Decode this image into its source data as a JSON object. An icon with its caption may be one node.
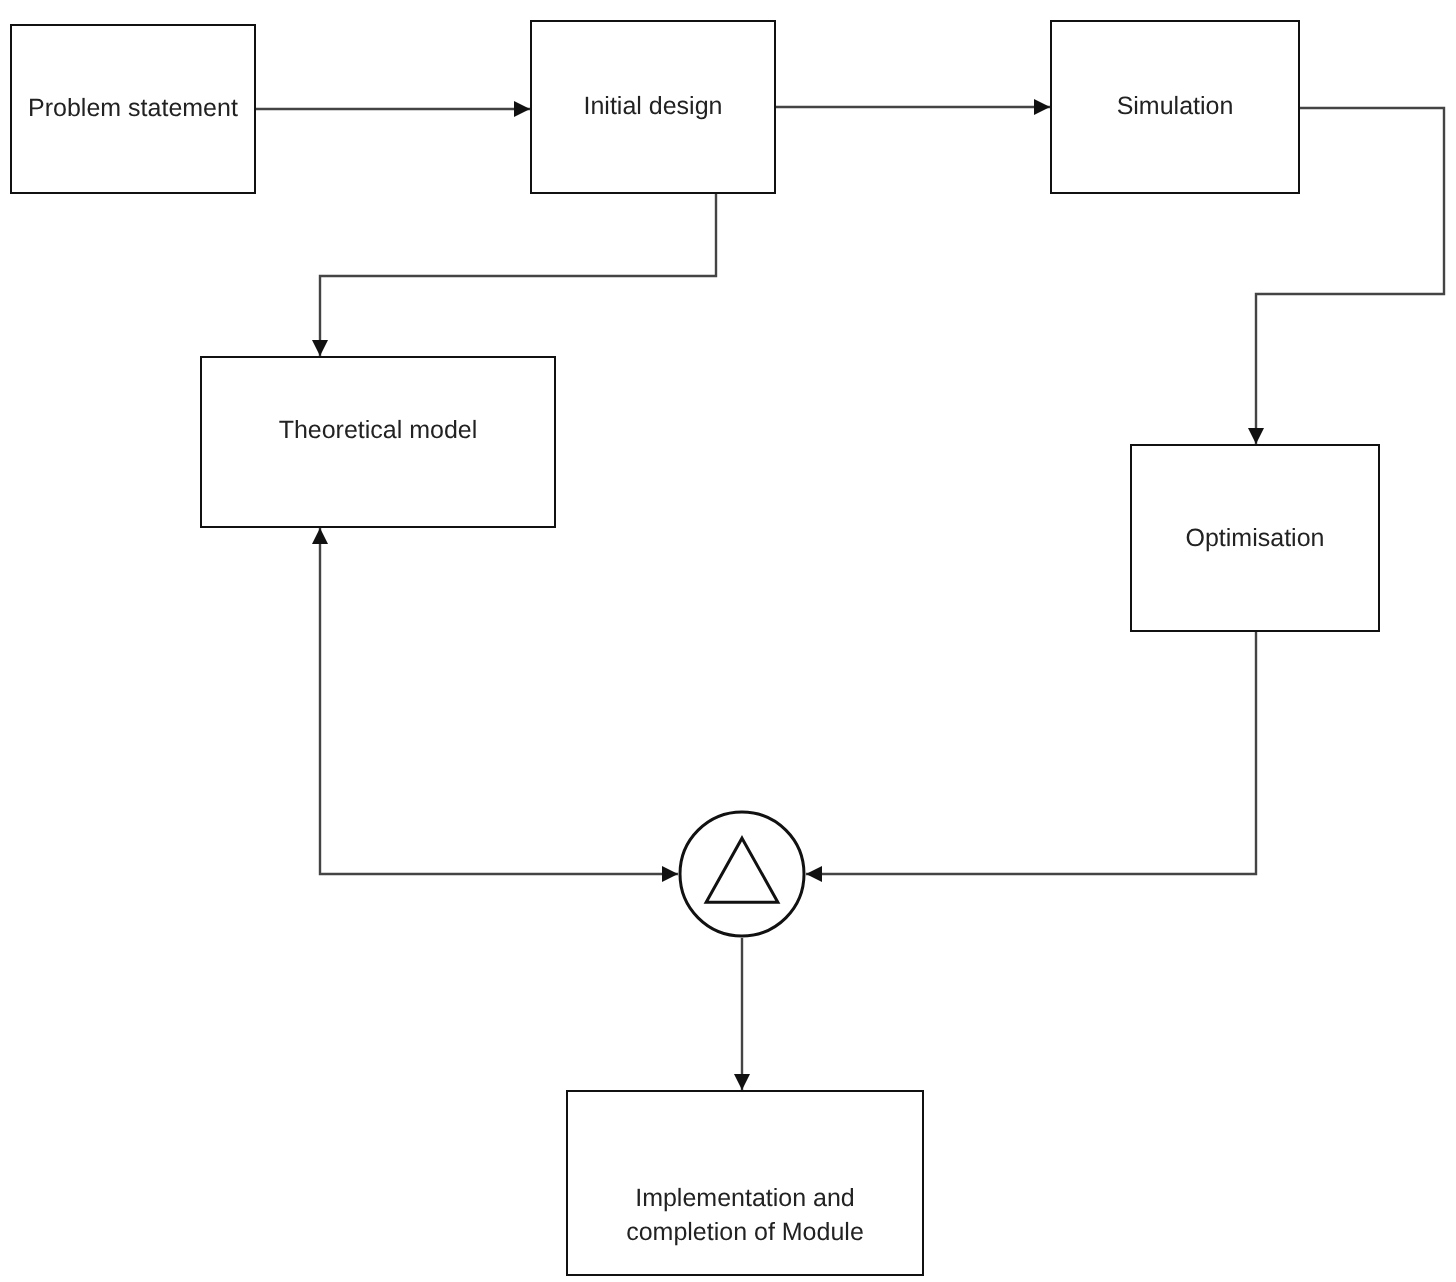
{
  "diagram": {
    "nodes": [
      {
        "text": [
          "Problem statement"
        ]
      },
      {
        "text": [
          "Initial design"
        ]
      },
      {
        "text": [
          "Simulation"
        ]
      },
      {
        "text": [
          "Theoretical model"
        ]
      },
      {
        "text": [
          "Optimisation"
        ]
      },
      {
        "text": [],
        "shape": "circle"
      },
      {
        "text": [
          "Implementation and completion of Module"
        ]
      }
    ],
    "edges": [
      {
        "from": 0,
        "to": 1,
        "arrow": "to"
      },
      {
        "from": 1,
        "to": 2,
        "arrow": "to"
      },
      {
        "from": 1,
        "to": 3,
        "arrow": "to"
      },
      {
        "from": 2,
        "to": 4,
        "arrow": "to"
      },
      {
        "from": 3,
        "to": 5,
        "arrow": "both"
      },
      {
        "from": 4,
        "to": 5,
        "arrow": "to"
      },
      {
        "from": 5,
        "to": 6,
        "arrow": "to"
      }
    ]
  }
}
